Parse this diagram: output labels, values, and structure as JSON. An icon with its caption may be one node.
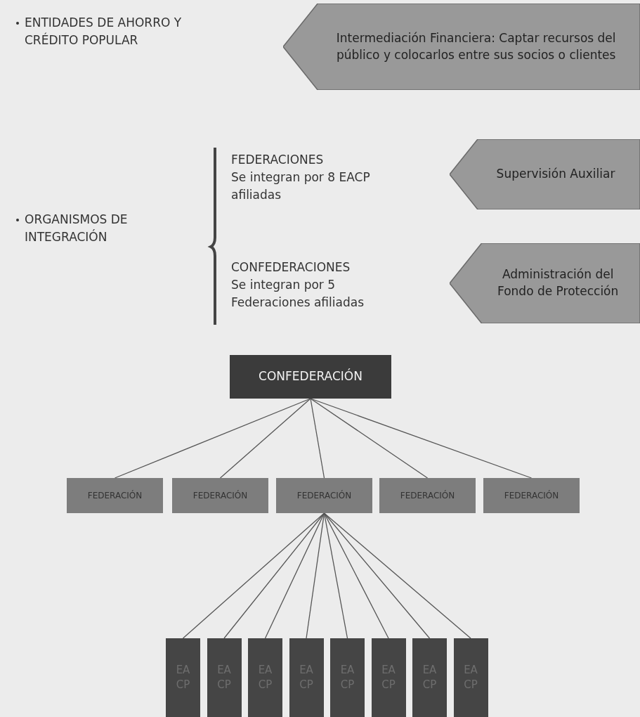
{
  "diagram": {
    "nodes": [
      {
        "text": [
          "Intermediación Financiera: Captar recursos del público y colocarlos entre sus socios o clientes"
        ]
      },
      {
        "text": [
          "Supervisión Auxiliar"
        ]
      },
      {
        "text": [
          "Administración del Fondo de Protección"
        ]
      },
      {
        "text": [
          "CONFEDERACIÓN"
        ]
      },
      {
        "text": [
          "FEDERACIÓN"
        ]
      },
      {
        "text": [
          "FEDERACIÓN"
        ]
      },
      {
        "text": [
          "FEDERACIÓN"
        ]
      },
      {
        "text": [
          "FEDERACIÓN"
        ]
      },
      {
        "text": [
          "FEDERACIÓN"
        ]
      },
      {
        "text": [
          "EA CP"
        ]
      },
      {
        "text": [
          "EA CP"
        ]
      },
      {
        "text": [
          "EA CP"
        ]
      },
      {
        "text": [
          "EA CP"
        ]
      },
      {
        "text": [
          "EA CP"
        ]
      },
      {
        "text": [
          "EA CP"
        ]
      },
      {
        "text": [
          "EA CP"
        ]
      },
      {
        "text": [
          "EA CP"
        ]
      }
    ],
    "edges": [
      {
        "from": 3,
        "to": 4,
        "arrow": "none"
      },
      {
        "from": 3,
        "to": 5,
        "arrow": "none"
      },
      {
        "from": 3,
        "to": 6,
        "arrow": "none"
      },
      {
        "from": 3,
        "to": 7,
        "arrow": "none"
      },
      {
        "from": 3,
        "to": 8,
        "arrow": "none"
      },
      {
        "from": 6,
        "to": 9,
        "arrow": "none"
      },
      {
        "from": 6,
        "to": 10,
        "arrow": "none"
      },
      {
        "from": 6,
        "to": 11,
        "arrow": "none"
      },
      {
        "from": 6,
        "to": 12,
        "arrow": "none"
      },
      {
        "from": 6,
        "to": 13,
        "arrow": "none"
      },
      {
        "from": 6,
        "to": 14,
        "arrow": "none"
      },
      {
        "from": 6,
        "to": 15,
        "arrow": "none"
      },
      {
        "from": 6,
        "to": 16,
        "arrow": "none"
      }
    ],
    "labels": [
      "ENTIDADES DE AHORRO Y CRÉDITO POPULAR",
      "FEDERACIONES",
      "Se integran por 8 EACP afiliadas",
      "ORGANISMOS DE INTEGRACIÓN",
      "CONFEDERACIONES",
      "Se integran por 5 Federaciones afiliadas"
    ]
  }
}
